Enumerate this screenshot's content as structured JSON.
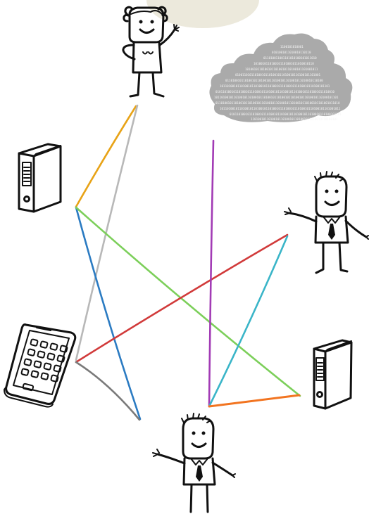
{
  "nodes": [
    {
      "id": "woman",
      "icon": "woman-figure-icon"
    },
    {
      "id": "cloud",
      "icon": "binary-cloud-icon"
    },
    {
      "id": "binder-left",
      "icon": "binder-icon"
    },
    {
      "id": "man-right",
      "icon": "man-figure-icon"
    },
    {
      "id": "phone",
      "icon": "smartphone-icon"
    },
    {
      "id": "binder-right",
      "icon": "binder-icon"
    },
    {
      "id": "man-bottom",
      "icon": "man-figure-icon"
    }
  ],
  "connections": [
    {
      "from": "woman",
      "to": "binder-left",
      "color": "#e8a317"
    },
    {
      "from": "woman",
      "to": "phone",
      "color": "#b8b8b8"
    },
    {
      "from": "binder-left",
      "to": "man-bottom",
      "color": "#2b7bc2"
    },
    {
      "from": "binder-left",
      "to": "binder-right",
      "color": "#7ccf5a"
    },
    {
      "from": "phone",
      "to": "man-right",
      "color": "#d13a3a"
    },
    {
      "from": "phone",
      "to": "man-bottom",
      "color": "#7a7a7a"
    },
    {
      "from": "cloud",
      "to": "man-bottom",
      "color": "#a23bb5"
    },
    {
      "from": "man-right",
      "to": "man-bottom",
      "color": "#3ab5c8"
    },
    {
      "from": "man-bottom",
      "to": "binder-right",
      "color": "#f27420"
    }
  ],
  "colors": {
    "top_circle": "#ece9dc",
    "cloud": "#aaaaaa",
    "ink": "#111111"
  }
}
